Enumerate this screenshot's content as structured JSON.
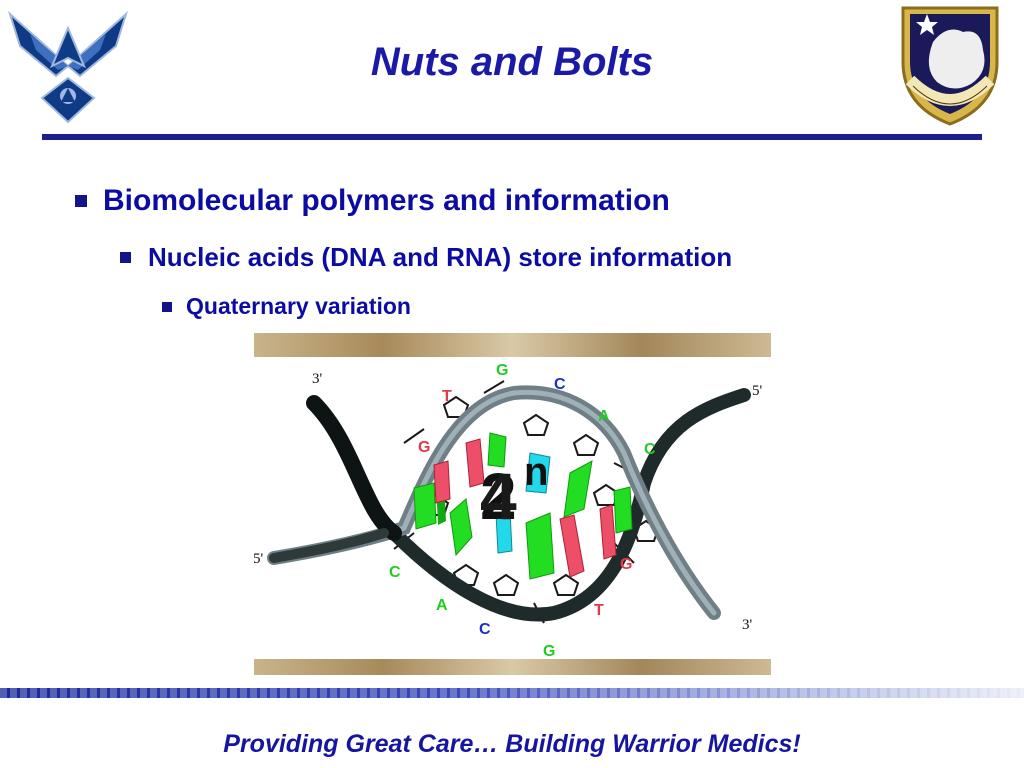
{
  "slide": {
    "title": "Nuts and Bolts",
    "footer": "Providing Great Care… Building Warrior Medics!",
    "bullets": [
      {
        "level": 1,
        "text": "Biomolecular polymers and information"
      },
      {
        "level": 2,
        "text": "Nucleic acids (DNA and RNA) store information"
      },
      {
        "level": 3,
        "text": "Quaternary variation"
      }
    ]
  },
  "figure": {
    "strand_ends": {
      "top_left": "3'",
      "top_right": "5'",
      "bottom_left": "5'",
      "bottom_right": "3'"
    },
    "bases": {
      "g_top": "G",
      "c_top": "C",
      "t_left": "T",
      "a_right": "A",
      "g_left": "G",
      "c_right": "C",
      "c_bottom_left": "C",
      "g_bottom_right": "G",
      "a_bottom": "A",
      "t_bottom": "T",
      "c_bottom": "C",
      "g_bottom": "G"
    },
    "overlay_text": {
      "base_digit_back": "2",
      "base_digit_front": "4",
      "exponent": "n"
    }
  },
  "colors": {
    "title": "#1a1aa6",
    "rule": "#1d1f8e",
    "base_G": "#22cc22",
    "base_C": "#1b2fcc",
    "base_A": "#22cc22",
    "base_T": "#e23a4a"
  },
  "icons": {
    "left_logo": "air-force-wings-icon",
    "right_logo": "medical-wing-shield-icon"
  }
}
